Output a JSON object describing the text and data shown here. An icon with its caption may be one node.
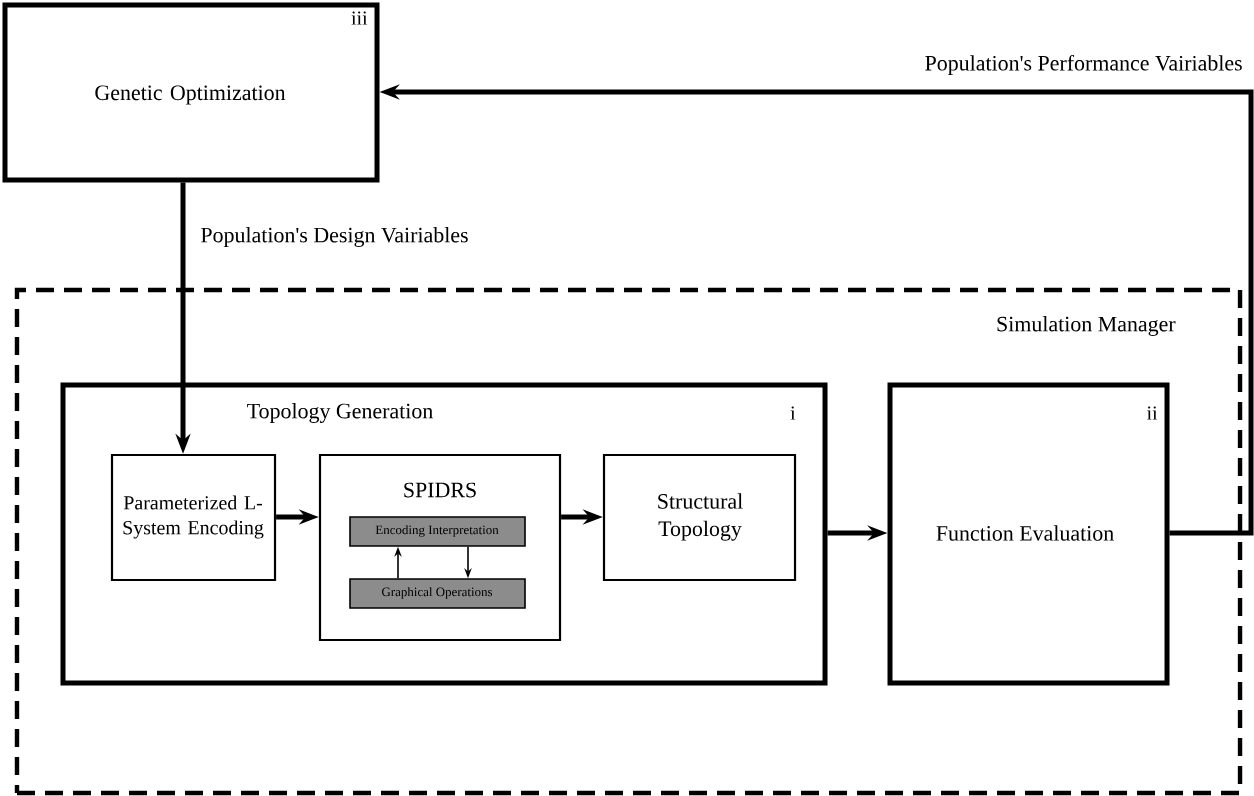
{
  "diagram": {
    "nodes": [
      {
        "text": [
          "iii",
          "Genetic Optimization"
        ]
      },
      {
        "text": [
          "Simulation Manager"
        ]
      },
      {
        "text": [
          "Topology Generation",
          "i"
        ],
        "in": 1
      },
      {
        "text": [
          "Parameterized L-System Encoding"
        ],
        "in": 2
      },
      {
        "text": [
          "SPIDRS"
        ],
        "in": 2
      },
      {
        "text": [
          "Encoding Interpretation"
        ],
        "in": 4
      },
      {
        "text": [
          "Graphical Operations"
        ],
        "in": 4
      },
      {
        "text": [
          "Structural Topology"
        ],
        "in": 2
      },
      {
        "text": [
          "ii",
          "Function Evaluation"
        ],
        "in": 1
      }
    ],
    "edges": [
      {
        "from": 0,
        "to": 3,
        "arrow": "to",
        "label": "Population's Design Vairiables"
      },
      {
        "from": 3,
        "to": 4,
        "arrow": "to"
      },
      {
        "from": 4,
        "to": 7,
        "arrow": "to"
      },
      {
        "from": 6,
        "to": 5,
        "arrow": "to"
      },
      {
        "from": 5,
        "to": 6,
        "arrow": "to"
      },
      {
        "from": 2,
        "to": 8,
        "arrow": "to"
      },
      {
        "from": 8,
        "to": 0,
        "arrow": "to",
        "label": "Population's Performance Vairiables"
      }
    ]
  }
}
